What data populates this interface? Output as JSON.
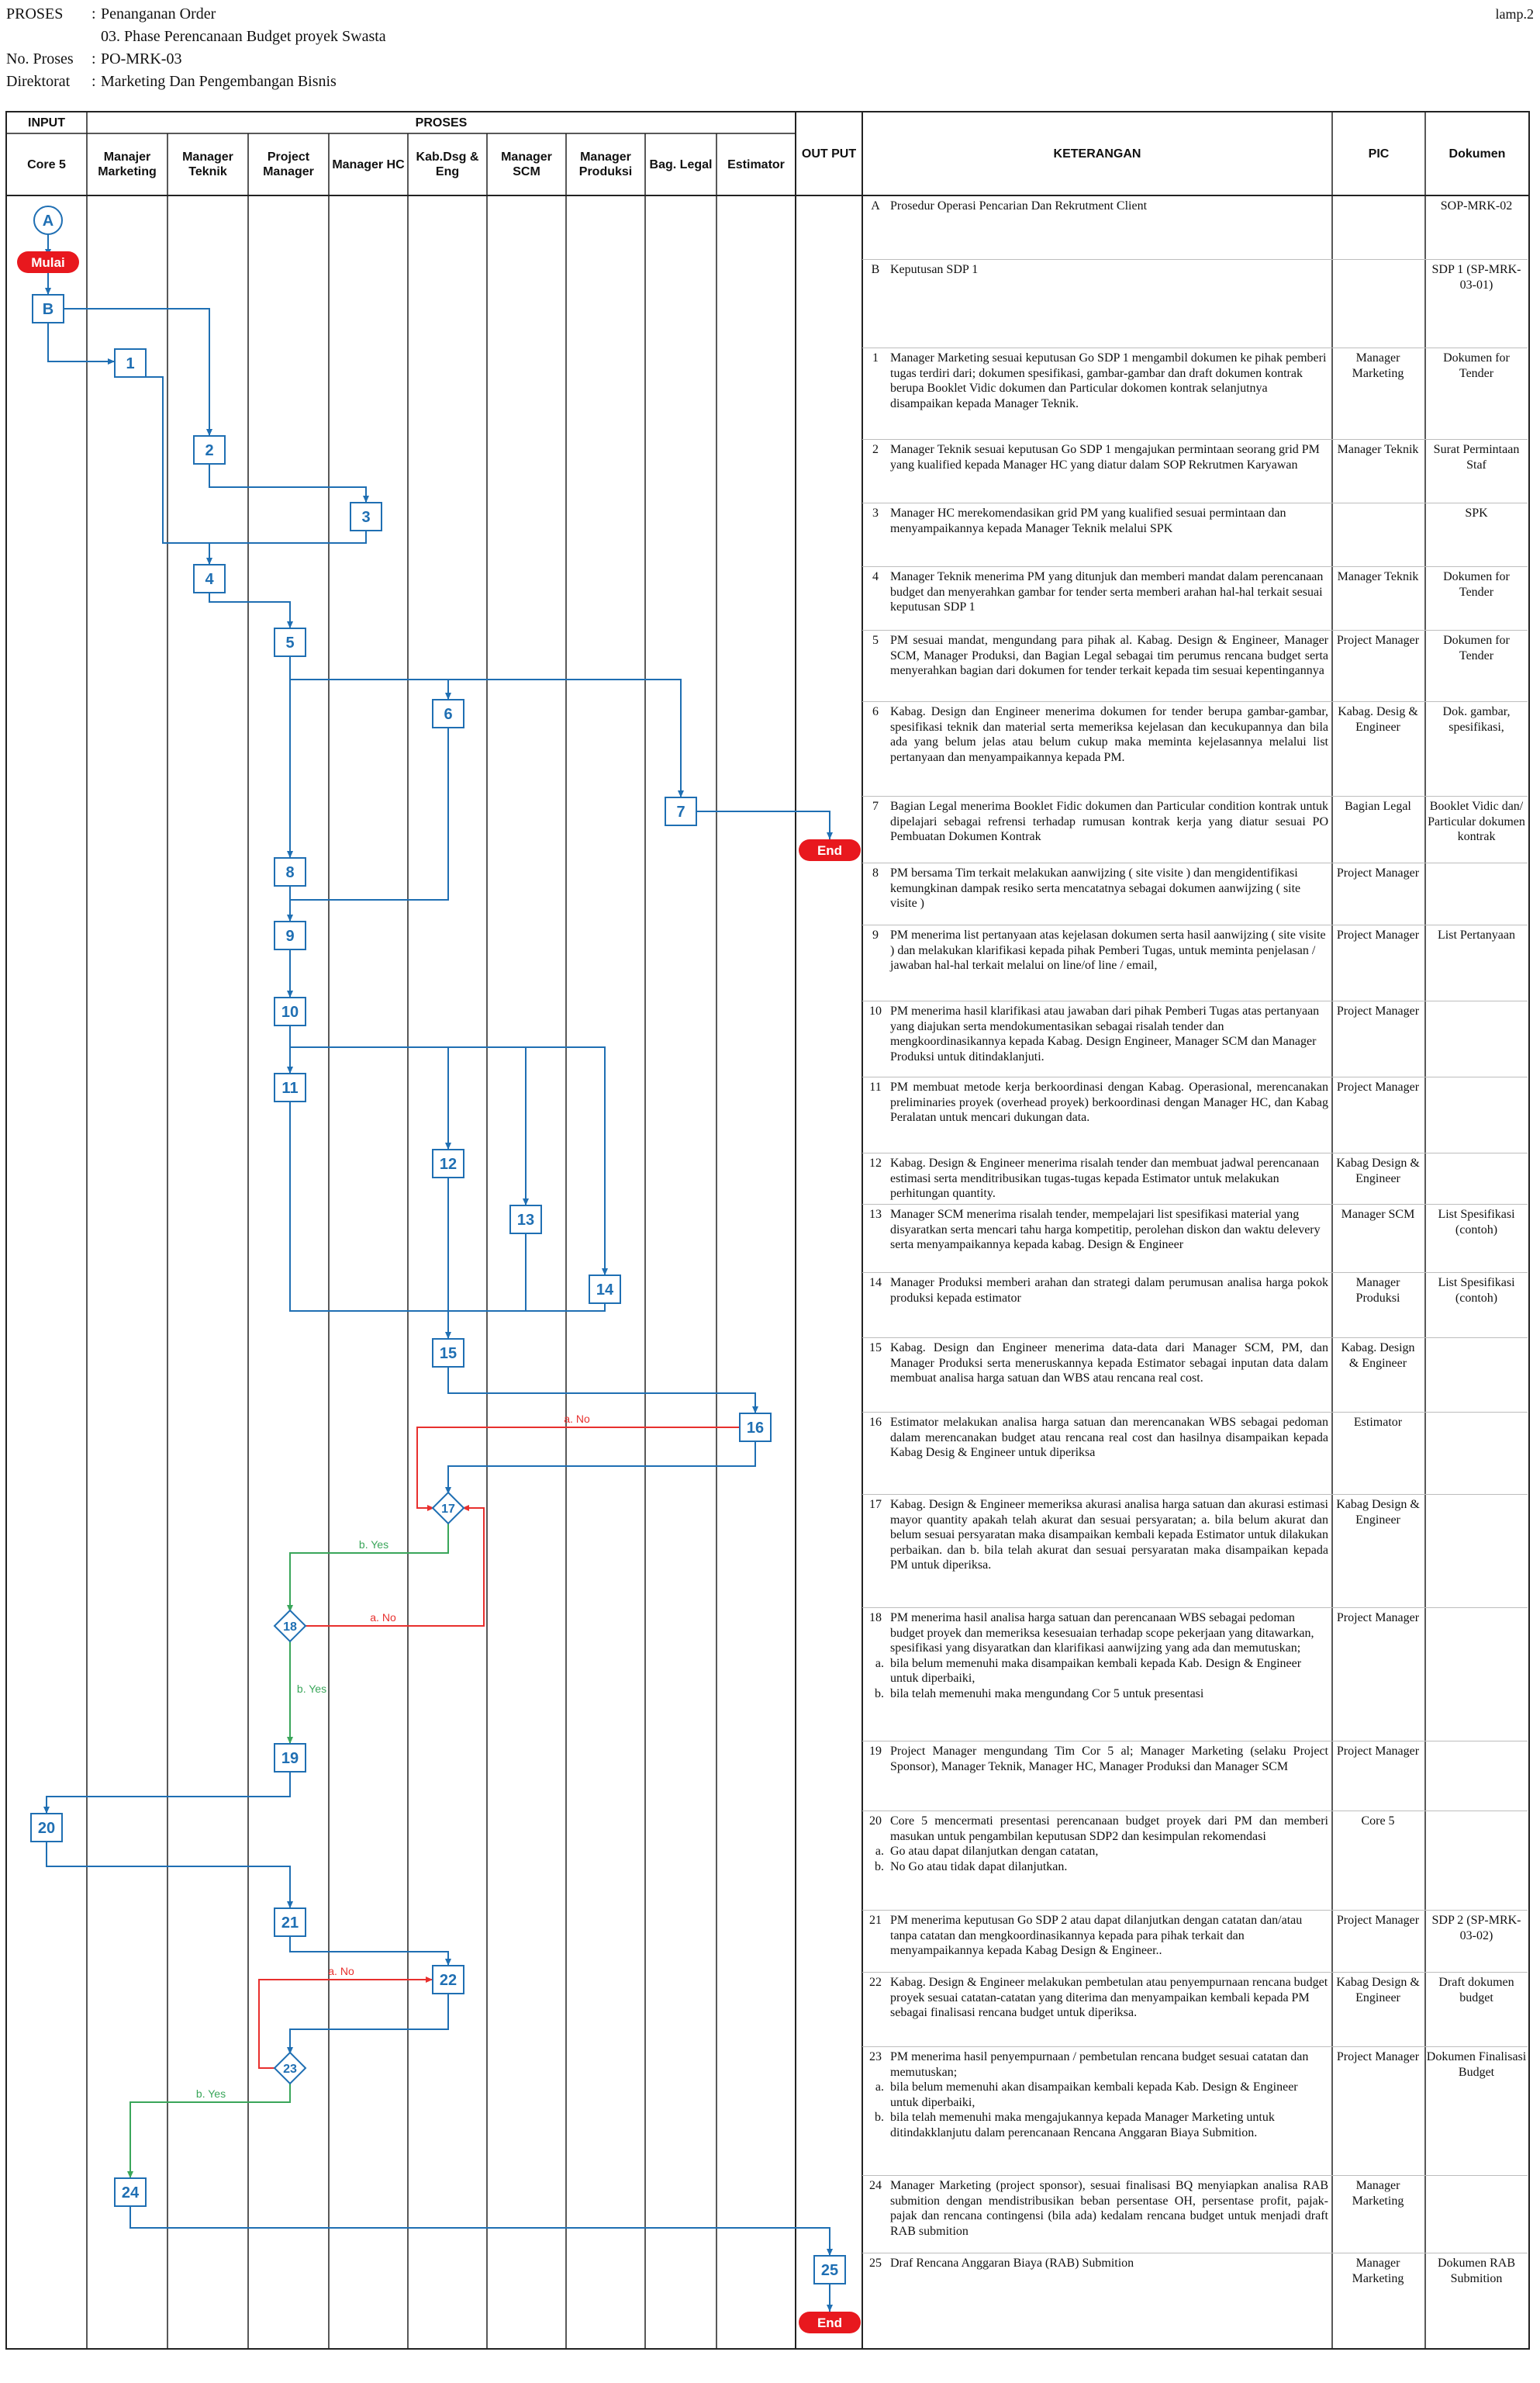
{
  "header": {
    "lines": [
      {
        "label": "PROSES",
        "value": "Penanganan Order"
      },
      {
        "label": "",
        "value": "03. Phase Perencanaan Budget proyek Swasta"
      },
      {
        "label": "No. Proses",
        "value": "PO-MRK-03"
      },
      {
        "label": "Direktorat",
        "value": "Marketing Dan Pengembangan Bisnis"
      }
    ],
    "colon": ":",
    "lamp": "lamp.2"
  },
  "table_head": {
    "input": "INPUT",
    "proses": "PROSES",
    "output": "OUT PUT",
    "keterangan": "KETERANGAN",
    "pic": "PIC",
    "dokumen": "Dokumen",
    "lanes": [
      "Core 5",
      "Manajer Marketing",
      "Manager Teknik",
      "Project Manager",
      "Manager HC",
      "Kab.Dsg & Eng",
      "Manager SCM",
      "Manager Produksi",
      "Bag. Legal",
      "Estimator"
    ]
  },
  "flow": {
    "nodes": {
      "A": "A",
      "mulai": "Mulai",
      "B": "B",
      "n1": "1",
      "n2": "2",
      "n3": "3",
      "n4": "4",
      "n5": "5",
      "n6": "6",
      "n7": "7",
      "n8": "8",
      "n9": "9",
      "n10": "10",
      "n11": "11",
      "n12": "12",
      "n13": "13",
      "n14": "14",
      "n15": "15",
      "n16": "16",
      "n17": "17",
      "n18": "18",
      "n19": "19",
      "n20": "20",
      "n21": "21",
      "n22": "22",
      "n23": "23",
      "n24": "24",
      "n25": "25",
      "end1": "End",
      "end2": "End"
    },
    "edge_labels": {
      "no17": "a. No",
      "yes17": "b. Yes",
      "no18": "a. No",
      "yes18": "b. Yes",
      "no23": "a. No",
      "yes23": "b. Yes"
    },
    "colors": {
      "line": "#1f6fb3",
      "no": "#e8302e",
      "yes": "#3aa65a",
      "terminal": "#e8181e"
    }
  },
  "rows": [
    {
      "num": "A",
      "text": [
        "Prosedur Operasi Pencarian Dan Rekrutment Client"
      ],
      "pic": "",
      "doc": "SOP-MRK-02"
    },
    {
      "num": "B",
      "text": [
        "Keputusan SDP 1"
      ],
      "pic": "",
      "doc": "SDP 1 (SP-MRK-03-01)"
    },
    {
      "num": "1",
      "text": [
        "Manager Marketing sesuai keputusan Go SDP 1 mengambil dokumen ke pihak pemberi tugas terdiri dari; dokumen spesifikasi, gambar-gambar dan draft dokumen kontrak berupa Booklet Vidic dokumen dan Particular dokomen kontrak selanjutnya disampaikan kepada Manager Teknik."
      ],
      "pic": "Manager Marketing",
      "doc": "Dokumen for Tender"
    },
    {
      "num": "2",
      "text": [
        "Manager Teknik sesuai keputusan Go SDP 1 mengajukan permintaan seorang grid PM yang kualified kepada Manager HC yang diatur dalam SOP Rekrutmen Karyawan"
      ],
      "pic": "Manager Teknik",
      "doc": "Surat Permintaan Staf"
    },
    {
      "num": "3",
      "text": [
        "Manager HC merekomendasikan grid PM yang kualified sesuai permintaan dan menyampaikannya kepada Manager Teknik melalui SPK"
      ],
      "pic": "",
      "doc": "SPK"
    },
    {
      "num": "4",
      "text": [
        "Manager Teknik menerima PM yang ditunjuk dan memberi mandat dalam perencanaan budget dan menyerahkan gambar for tender serta memberi arahan hal-hal terkait sesuai keputusan SDP 1"
      ],
      "pic": "Manager Teknik",
      "doc": "Dokumen for Tender"
    },
    {
      "num": "5",
      "text": [
        "PM sesuai mandat, mengundang para pihak al. Kabag. Design & Engineer, Manager SCM, Manager Produksi, dan Bagian Legal sebagai tim perumus rencana budget serta menyerahkan bagian dari dokumen for tender terkait kepada tim sesuai kepentingannya"
      ],
      "pic": "Project Manager",
      "doc": "Dokumen for Tender",
      "just": true
    },
    {
      "num": "6",
      "text": [
        "Kabag. Design dan Engineer menerima dokumen for tender berupa gambar-gambar, spesifikasi teknik dan material serta memeriksa kejelasan dan kecukupannya dan bila ada yang belum jelas atau belum cukup maka meminta kejelasannya melalui list pertanyaan dan menyampaikannya kepada PM."
      ],
      "pic": "Kabag. Desig & Engineer",
      "doc": "Dok. gambar, spesifikasi,",
      "just": true
    },
    {
      "num": "7",
      "text": [
        "Bagian Legal menerima Booklet Fidic dokumen dan Particular condition kontrak untuk dipelajari sebagai refrensi terhadap rumusan kontrak kerja yang diatur sesuai PO Pembuatan Dokumen Kontrak"
      ],
      "pic": "Bagian Legal",
      "doc": "Booklet Vidic dan/ Particular dokumen kontrak",
      "just": true
    },
    {
      "num": "8",
      "text": [
        "PM bersama Tim terkait melakukan aanwijzing ( site visite ) dan mengidentifikasi kemungkinan dampak resiko serta mencatatnya sebagai dokumen aanwijzing ( site visite )"
      ],
      "pic": "Project Manager",
      "doc": ""
    },
    {
      "num": "9",
      "text": [
        "PM menerima list pertanyaan atas kejelasan dokumen serta hasil aanwijzing ( site visite ) dan melakukan klarifikasi kepada pihak Pemberi Tugas, untuk meminta penjelasan / jawaban hal-hal terkait melalui on line/of line / email,"
      ],
      "pic": "Project Manager",
      "doc": "List Pertanyaan"
    },
    {
      "num": "10",
      "text": [
        "PM menerima hasil klarifikasi atau jawaban dari pihak Pemberi Tugas atas pertanyaan yang diajukan serta mendokumentasikan sebagai risalah tender dan mengkoordinasikannya kepada Kabag. Design Engineer, Manager SCM dan Manager Produksi untuk ditindaklanjuti."
      ],
      "pic": "Project Manager",
      "doc": ""
    },
    {
      "num": "11",
      "text": [
        "PM membuat metode kerja berkoordinasi dengan Kabag. Operasional, merencanakan preliminaries proyek (overhead proyek) berkoordinasi dengan Manager HC, dan Kabag Peralatan untuk mencari dukungan data."
      ],
      "pic": "Project Manager",
      "doc": "",
      "just": true
    },
    {
      "num": "12",
      "text": [
        "Kabag. Design & Engineer menerima risalah tender dan membuat jadwal perencanaan estimasi serta menditribusikan tugas-tugas kepada Estimator untuk melakukan perhitungan quantity."
      ],
      "pic": "Kabag Design & Engineer",
      "doc": ""
    },
    {
      "num": "13",
      "text": [
        "Manager SCM menerima risalah tender, mempelajari list spesifikasi material yang disyaratkan serta mencari tahu harga kompetitip, perolehan diskon dan waktu delevery serta menyampaikannya kepada kabag. Design & Engineer"
      ],
      "pic": "Manager SCM",
      "doc": "List Spesifikasi (contoh)"
    },
    {
      "num": "14",
      "text": [
        "Manager Produksi memberi arahan dan strategi dalam perumusan analisa harga pokok produksi kepada estimator"
      ],
      "pic": "Manager Produksi",
      "doc": "List Spesifikasi (contoh)",
      "just": true
    },
    {
      "num": "15",
      "text": [
        "Kabag. Design dan Engineer menerima data-data dari Manager SCM, PM, dan Manager Produksi serta meneruskannya kepada Estimator sebagai inputan data dalam membuat analisa harga satuan dan WBS atau rencana real cost."
      ],
      "pic": "Kabag. Design & Engineer",
      "doc": "",
      "just": true
    },
    {
      "num": "16",
      "text": [
        "Estimator melakukan analisa harga satuan dan merencanakan WBS sebagai pedoman dalam merencanakan budget atau rencana real cost dan hasilnya disampaikan kepada Kabag Desig & Engineer untuk diperiksa"
      ],
      "pic": "Estimator",
      "doc": "",
      "just": true
    },
    {
      "num": "17",
      "text": [
        "Kabag. Design & Engineer memeriksa akurasi analisa harga satuan dan akurasi estimasi mayor quantity apakah telah akurat dan sesuai persyaratan; a. bila belum akurat dan belum sesuai persyaratan maka disampaikan kembali kepada Estimator untuk dilakukan perbaikan. dan b. bila telah akurat dan sesuai persyaratan maka disampaikan kepada PM untuk diperiksa."
      ],
      "pic": "Kabag Design & Engineer",
      "doc": "",
      "just": true
    },
    {
      "num": "18",
      "text": [
        "PM menerima hasil analisa harga satuan dan perencanaan WBS sebagai pedoman budget proyek dan memeriksa kesesuaian terhadap scope pekerjaan yang ditawarkan, spesifikasi yang disyaratkan dan klarifikasi aanwijzing yang ada dan memutuskan;"
      ],
      "sub": [
        {
          "let": "a.",
          "text": "bila belum memenuhi maka disampaikan kembali kepada Kab. Design & Engineer untuk diperbaiki,"
        },
        {
          "let": "b.",
          "text": "bila telah memenuhi maka mengundang Cor 5 untuk presentasi"
        }
      ],
      "pic": "Project Manager",
      "doc": ""
    },
    {
      "num": "19",
      "text": [
        "Project Manager mengundang Tim Cor 5 al; Manager Marketing (selaku Project Sponsor), Manager Teknik, Manager HC, Manager Produksi dan Manager SCM"
      ],
      "pic": "Project Manager",
      "doc": "",
      "just": true
    },
    {
      "num": "20",
      "text": [
        "Core 5 mencermati presentasi perencanaan budget proyek dari PM dan memberi masukan untuk pengambilan keputusan SDP2 dan kesimpulan rekomendasi"
      ],
      "sub": [
        {
          "let": "a.",
          "text": "Go atau dapat dilanjutkan dengan catatan,"
        },
        {
          "let": "b.",
          "text": "No Go atau tidak dapat dilanjutkan."
        }
      ],
      "pic": "Core 5",
      "doc": "",
      "just": true
    },
    {
      "num": "21",
      "text": [
        "PM menerima keputusan Go SDP 2 atau dapat dilanjutkan dengan catatan dan/atau tanpa catatan dan mengkoordinasikannya kepada para pihak terkait dan menyampaikannya kepada Kabag Design & Engineer.."
      ],
      "pic": "Project Manager",
      "doc": "SDP 2 (SP-MRK-03-02)"
    },
    {
      "num": "22",
      "text": [
        "Kabag. Design & Engineer melakukan pembetulan atau penyempurnaan rencana budget proyek sesuai catatan-catatan yang diterima dan menyampaikan kembali kepada PM sebagai finalisasi rencana budget untuk diperiksa."
      ],
      "pic": "Kabag Design & Engineer",
      "doc": "Draft dokumen budget"
    },
    {
      "num": "23",
      "text": [
        "PM menerima hasil penyempurnaan / pembetulan rencana budget sesuai catatan dan memutuskan;"
      ],
      "sub": [
        {
          "let": "a.",
          "text": "bila belum memenuhi akan disampaikan kembali kepada Kab. Design & Engineer untuk diperbaiki,"
        },
        {
          "let": "b.",
          "text": "bila telah memenuhi maka mengajukannya kepada Manager Marketing untuk ditindakklanjutu dalam perencanaan Rencana Anggaran Biaya Submition."
        }
      ],
      "pic": "Project Manager",
      "doc": "Dokumen Finalisasi Budget"
    },
    {
      "num": "24",
      "text": [
        "Manager Marketing (project sponsor), sesuai finalisasi BQ menyiapkan analisa RAB submition dengan mendistribusikan beban persentase OH, persentase profit, pajak-pajak dan rencana contingensi (bila ada) kedalam rencana budget untuk menjadi draft RAB submition"
      ],
      "pic": "Manager Marketing",
      "doc": "",
      "just": true
    },
    {
      "num": "25",
      "text": [
        "Draf Rencana Anggaran Biaya (RAB) Submition"
      ],
      "pic": "Manager Marketing",
      "doc": "Dokumen RAB Submition"
    }
  ]
}
